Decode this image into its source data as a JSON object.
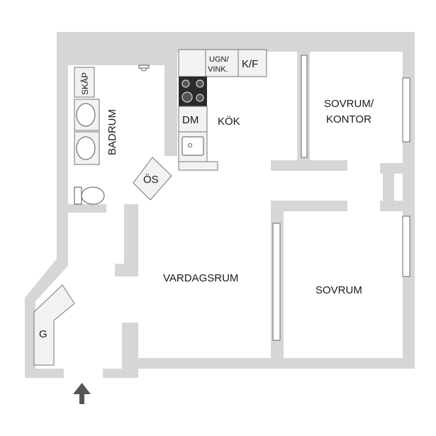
{
  "rooms": {
    "kok": "KÖK",
    "vardagsrum": "VARDAGSRUM",
    "sovrum": "SOVRUM",
    "sovrum_kontor_line1": "SOVRUM/",
    "sovrum_kontor_line2": "KONTOR",
    "badrum": "BADRUM"
  },
  "fixtures": {
    "skap": "SKÅP",
    "dm": "DM",
    "ugn_line1": "UGN/",
    "ugn_line2": "VINK.",
    "kf": "K/F",
    "os": "ÖS",
    "g": "G"
  },
  "colors": {
    "wall": "#d6d6d6",
    "floor": "#ffffff",
    "stove": "#2b2b2b",
    "arrow": "#555555"
  },
  "icons": {
    "entrance": "arrow-up-icon"
  }
}
